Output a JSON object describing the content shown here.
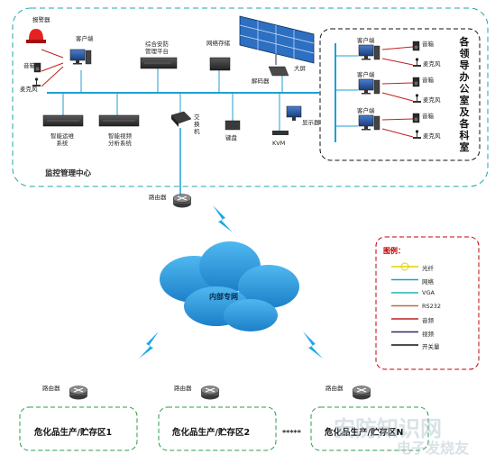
{
  "center": {
    "title": "监控管理中心",
    "alarm_light": "报警器",
    "client": "客户端",
    "speaker": "音箱",
    "mic": "麦克风",
    "platform": "综合安防管理平台",
    "storage": "网络存储",
    "decoder": "解码器",
    "video_wall": "大屏",
    "ops": "智能运维系统",
    "video_analysis": "智能视频分析系统",
    "switch": "交换机",
    "keyboard": "键盘",
    "kvm": "KVM",
    "monitor": "显示器"
  },
  "offices": {
    "title": "各领导办公室及各科室",
    "client": "客户端",
    "speaker": "音箱",
    "mic": "麦克风"
  },
  "router_top": "路由器",
  "cloud": "内部专网",
  "sites": [
    {
      "router": "路由器",
      "name": "危化品生产/贮存区1"
    },
    {
      "router": "路由器",
      "name": "危化品生产/贮存区2"
    },
    {
      "router": "路由器",
      "name": "危化品生产/贮存区N"
    }
  ],
  "ellipsis": "*****",
  "legend": {
    "title": "图例：",
    "items": [
      {
        "label": "光纤",
        "color": "#e6d000"
      },
      {
        "label": "网络",
        "color": "#1f9fd6"
      },
      {
        "label": "VGA",
        "color": "#25b3b3"
      },
      {
        "label": "RS232",
        "color": "#b07040"
      },
      {
        "label": "音频",
        "color": "#c02020"
      },
      {
        "label": "视频",
        "color": "#2a2a6a"
      },
      {
        "label": "开关量",
        "color": "#111111"
      }
    ]
  },
  "watermark": {
    "text1": "安防知识网",
    "text2": "电子发烧友"
  }
}
